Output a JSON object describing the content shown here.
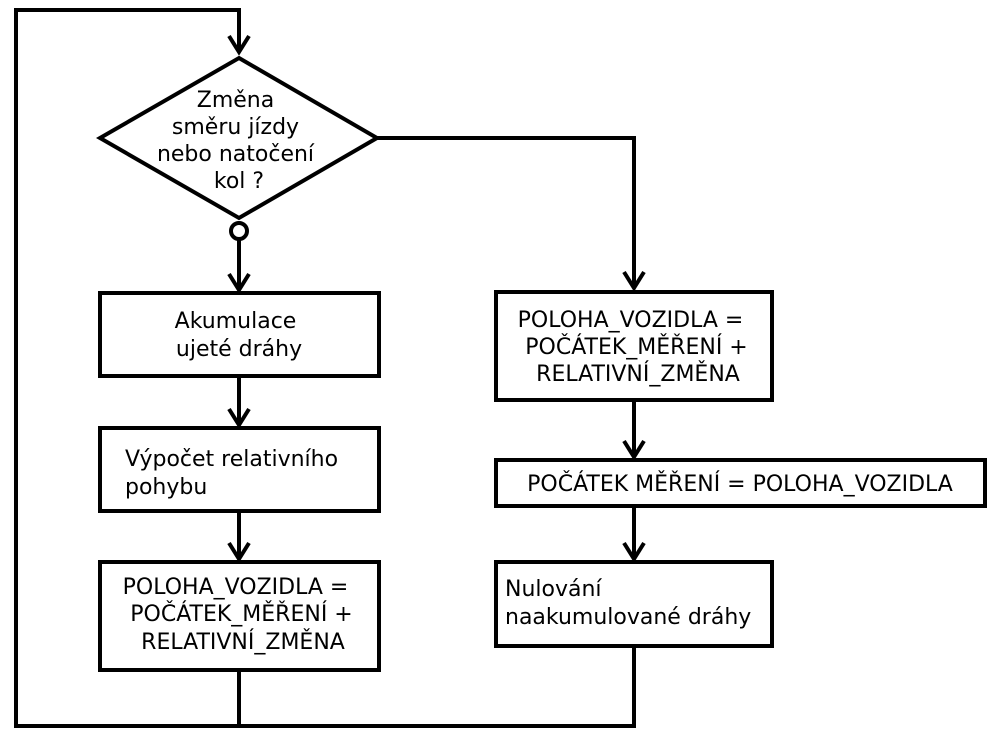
{
  "decision": {
    "lines": [
      "Změna",
      "směru jízdy",
      "nebo natočení",
      "kol ?"
    ]
  },
  "left_branch": [
    {
      "lines": [
        "Akumulace",
        "ujeté dráhy"
      ]
    },
    {
      "lines": [
        "Výpočet relativního",
        "pohybu"
      ]
    },
    {
      "lines": [
        "POLOHA_VOZIDLA =",
        "POČÁTEK_MĚŘENÍ +",
        "RELATIVNÍ_ZMĚNA"
      ]
    }
  ],
  "right_branch": [
    {
      "lines": [
        "POLOHA_VOZIDLA =",
        "POČÁTEK_MĚŘENÍ +",
        "RELATIVNÍ_ZMĚNA"
      ]
    },
    {
      "lines": [
        "POČÁTEK MĚŘENÍ = POLOHA_VOZIDLA"
      ]
    },
    {
      "lines": [
        "Nulování",
        "naakumulované dráhy"
      ]
    }
  ]
}
